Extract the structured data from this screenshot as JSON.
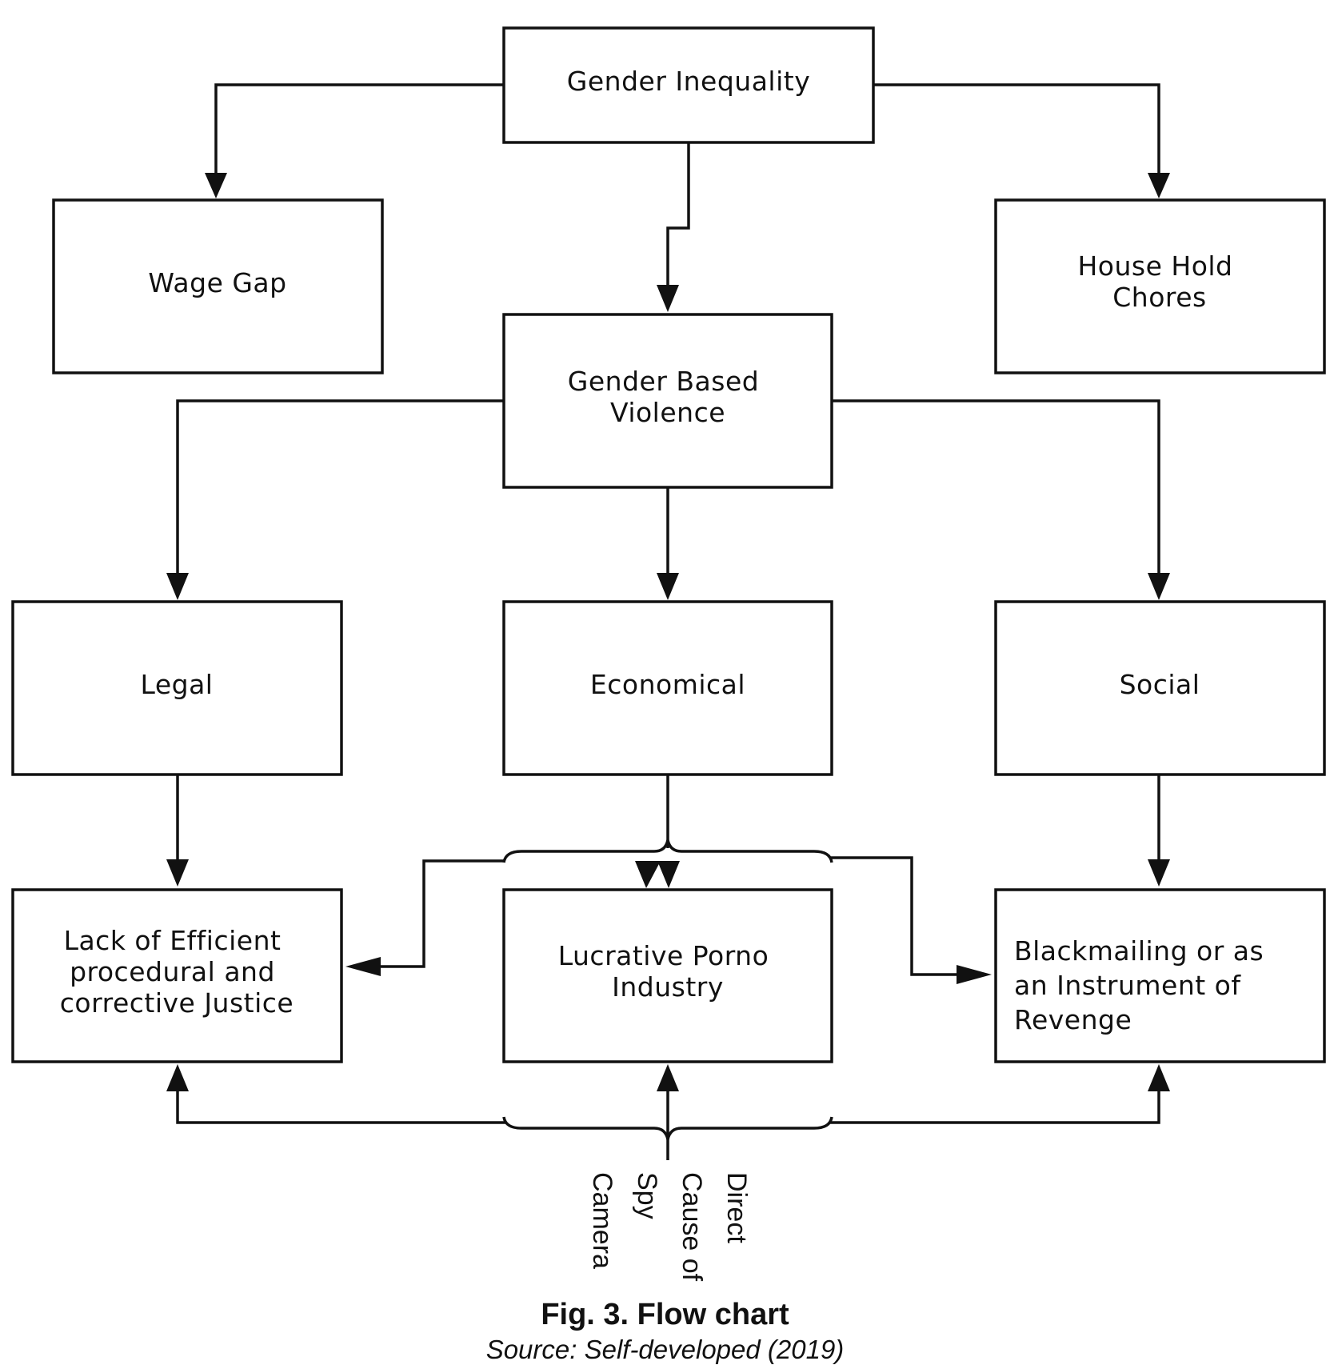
{
  "nodes": {
    "gender_inequality": [
      "Gender Inequality"
    ],
    "wage_gap": [
      "Wage Gap"
    ],
    "house_hold_chores": [
      "House Hold",
      "Chores"
    ],
    "gender_based_violence": [
      "Gender Based",
      "Violence"
    ],
    "legal": [
      "Legal"
    ],
    "economical": [
      "Economical"
    ],
    "social": [
      "Social"
    ],
    "lack_of_justice": [
      "Lack of Efficient",
      "procedural and",
      "corrective Justice"
    ],
    "lucrative_industry": [
      "Lucrative Porno",
      "Industry"
    ],
    "blackmailing": [
      "Blackmailing or as",
      "an Instrument of",
      "Revenge"
    ]
  },
  "vertical_label": [
    "Direct",
    "Cause of",
    "Spy",
    "Camera"
  ],
  "caption": {
    "title": "Fig. 3. Flow chart",
    "source": "Source: Self-developed (2019)"
  }
}
